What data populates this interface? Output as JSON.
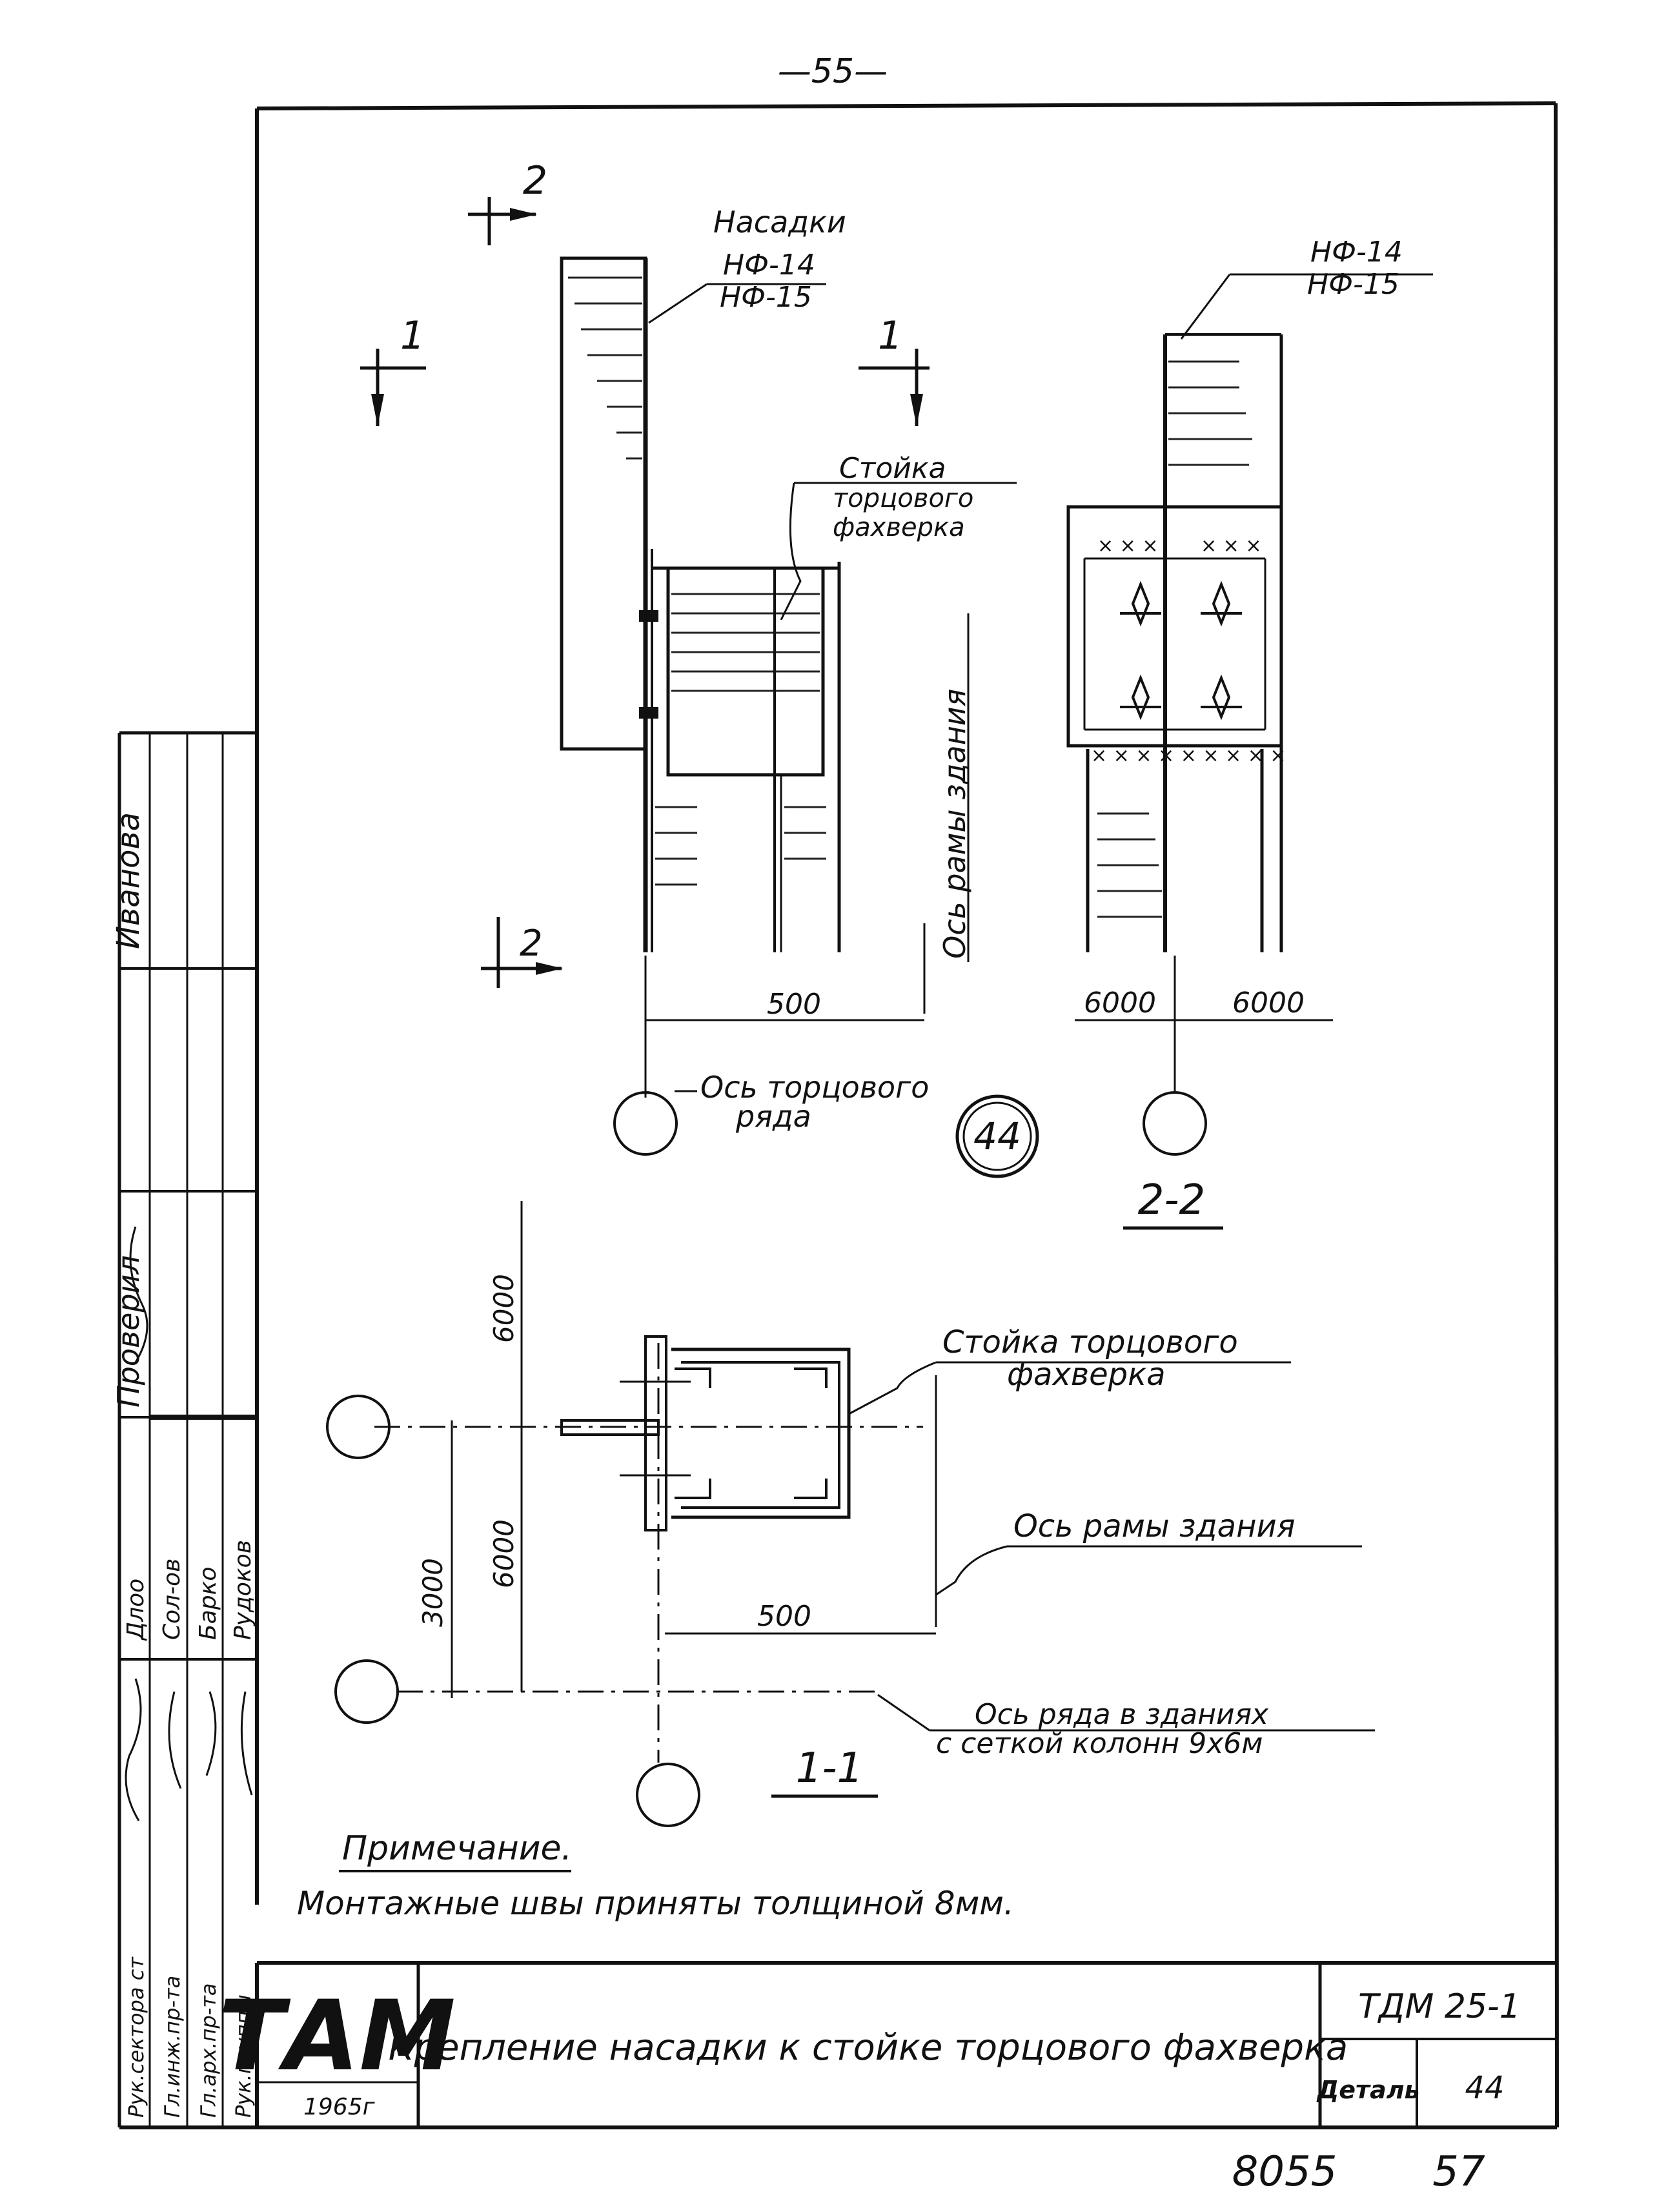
{
  "page_number_top": "—55—",
  "section_marks": {
    "section_1": "1",
    "section_2": "2"
  },
  "elevation": {
    "nozzle_label": "Насадки",
    "nozzle_codes": [
      "НФ-14",
      "НФ-15"
    ],
    "post_label_lines": [
      "Стойка",
      "торцового",
      "фахверка"
    ],
    "frame_axis_label": "Ось рамы здания",
    "dimension_500": "500",
    "end_row_axis_label_lines": [
      "Ось торцового",
      "ряда"
    ],
    "detail_number": "44"
  },
  "section_2_2": {
    "nozzle_codes": [
      "НФ-14",
      "НФ-15"
    ],
    "dim_left": "6000",
    "dim_right": "6000",
    "title": "2-2"
  },
  "section_1_1": {
    "post_label_lines": [
      "Стойка торцового",
      "фахверка"
    ],
    "frame_axis_label": "Ось рамы здания",
    "dim_6000_upper": "6000",
    "dim_6000_lower": "6000",
    "dim_3000": "3000",
    "dim_500": "500",
    "row_axis_label_lines": [
      "Ось ряда в зданиях",
      "с сеткой колонн 9х6м"
    ],
    "title": "1-1"
  },
  "note": {
    "heading": "Примечание.",
    "text": "Монтажные швы приняты толщиной 8мм."
  },
  "title_block": {
    "logo": "ТАМ",
    "year": "1965г",
    "title": "Крепление насадки к стойке торцового фахверка",
    "doc_code": "ТДМ 25-1",
    "detail_label": "Деталь",
    "detail_number": "44"
  },
  "signature_block": {
    "roles": [
      "Рук.сектора ст",
      "Гл.инж.пр-та",
      "Гл.арх.пр-та",
      "Рук.группы"
    ],
    "names": [
      "Длоо",
      "Сол-ов",
      "Барко",
      "Рудоков"
    ],
    "side_names": [
      "Иванова",
      "Проверил"
    ]
  },
  "bottom_numbers": [
    "8055",
    "57"
  ]
}
